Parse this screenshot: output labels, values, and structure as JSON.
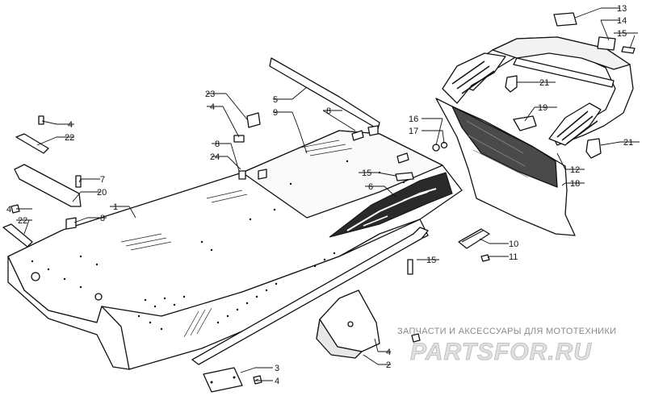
{
  "callouts": {
    "c13": "13",
    "c14": "14",
    "c15a": "15",
    "c21a": "21",
    "c19": "19",
    "c16": "16",
    "c17": "17",
    "c21b": "21",
    "c12": "12",
    "c18": "18",
    "c5": "5",
    "c23": "23",
    "c4a": "4",
    "c9": "9",
    "c8a": "8",
    "c8b": "8",
    "c24": "24",
    "c15b": "15",
    "c6": "6",
    "c4b": "4",
    "c22a": "22",
    "c7": "7",
    "c20": "20",
    "c1": "1",
    "c8c": "8",
    "c4c": "4",
    "c22b": "22",
    "c10": "10",
    "c11": "11",
    "c15c": "15",
    "c4d": "4",
    "c2": "2",
    "c3": "3",
    "c4e": "4"
  },
  "watermark": {
    "tagline": "ЗАПЧАСТИ И АКСЕССУАРЫ ДЛЯ МОТОТЕХНИКИ",
    "logo": "PARTSFOR.RU"
  }
}
